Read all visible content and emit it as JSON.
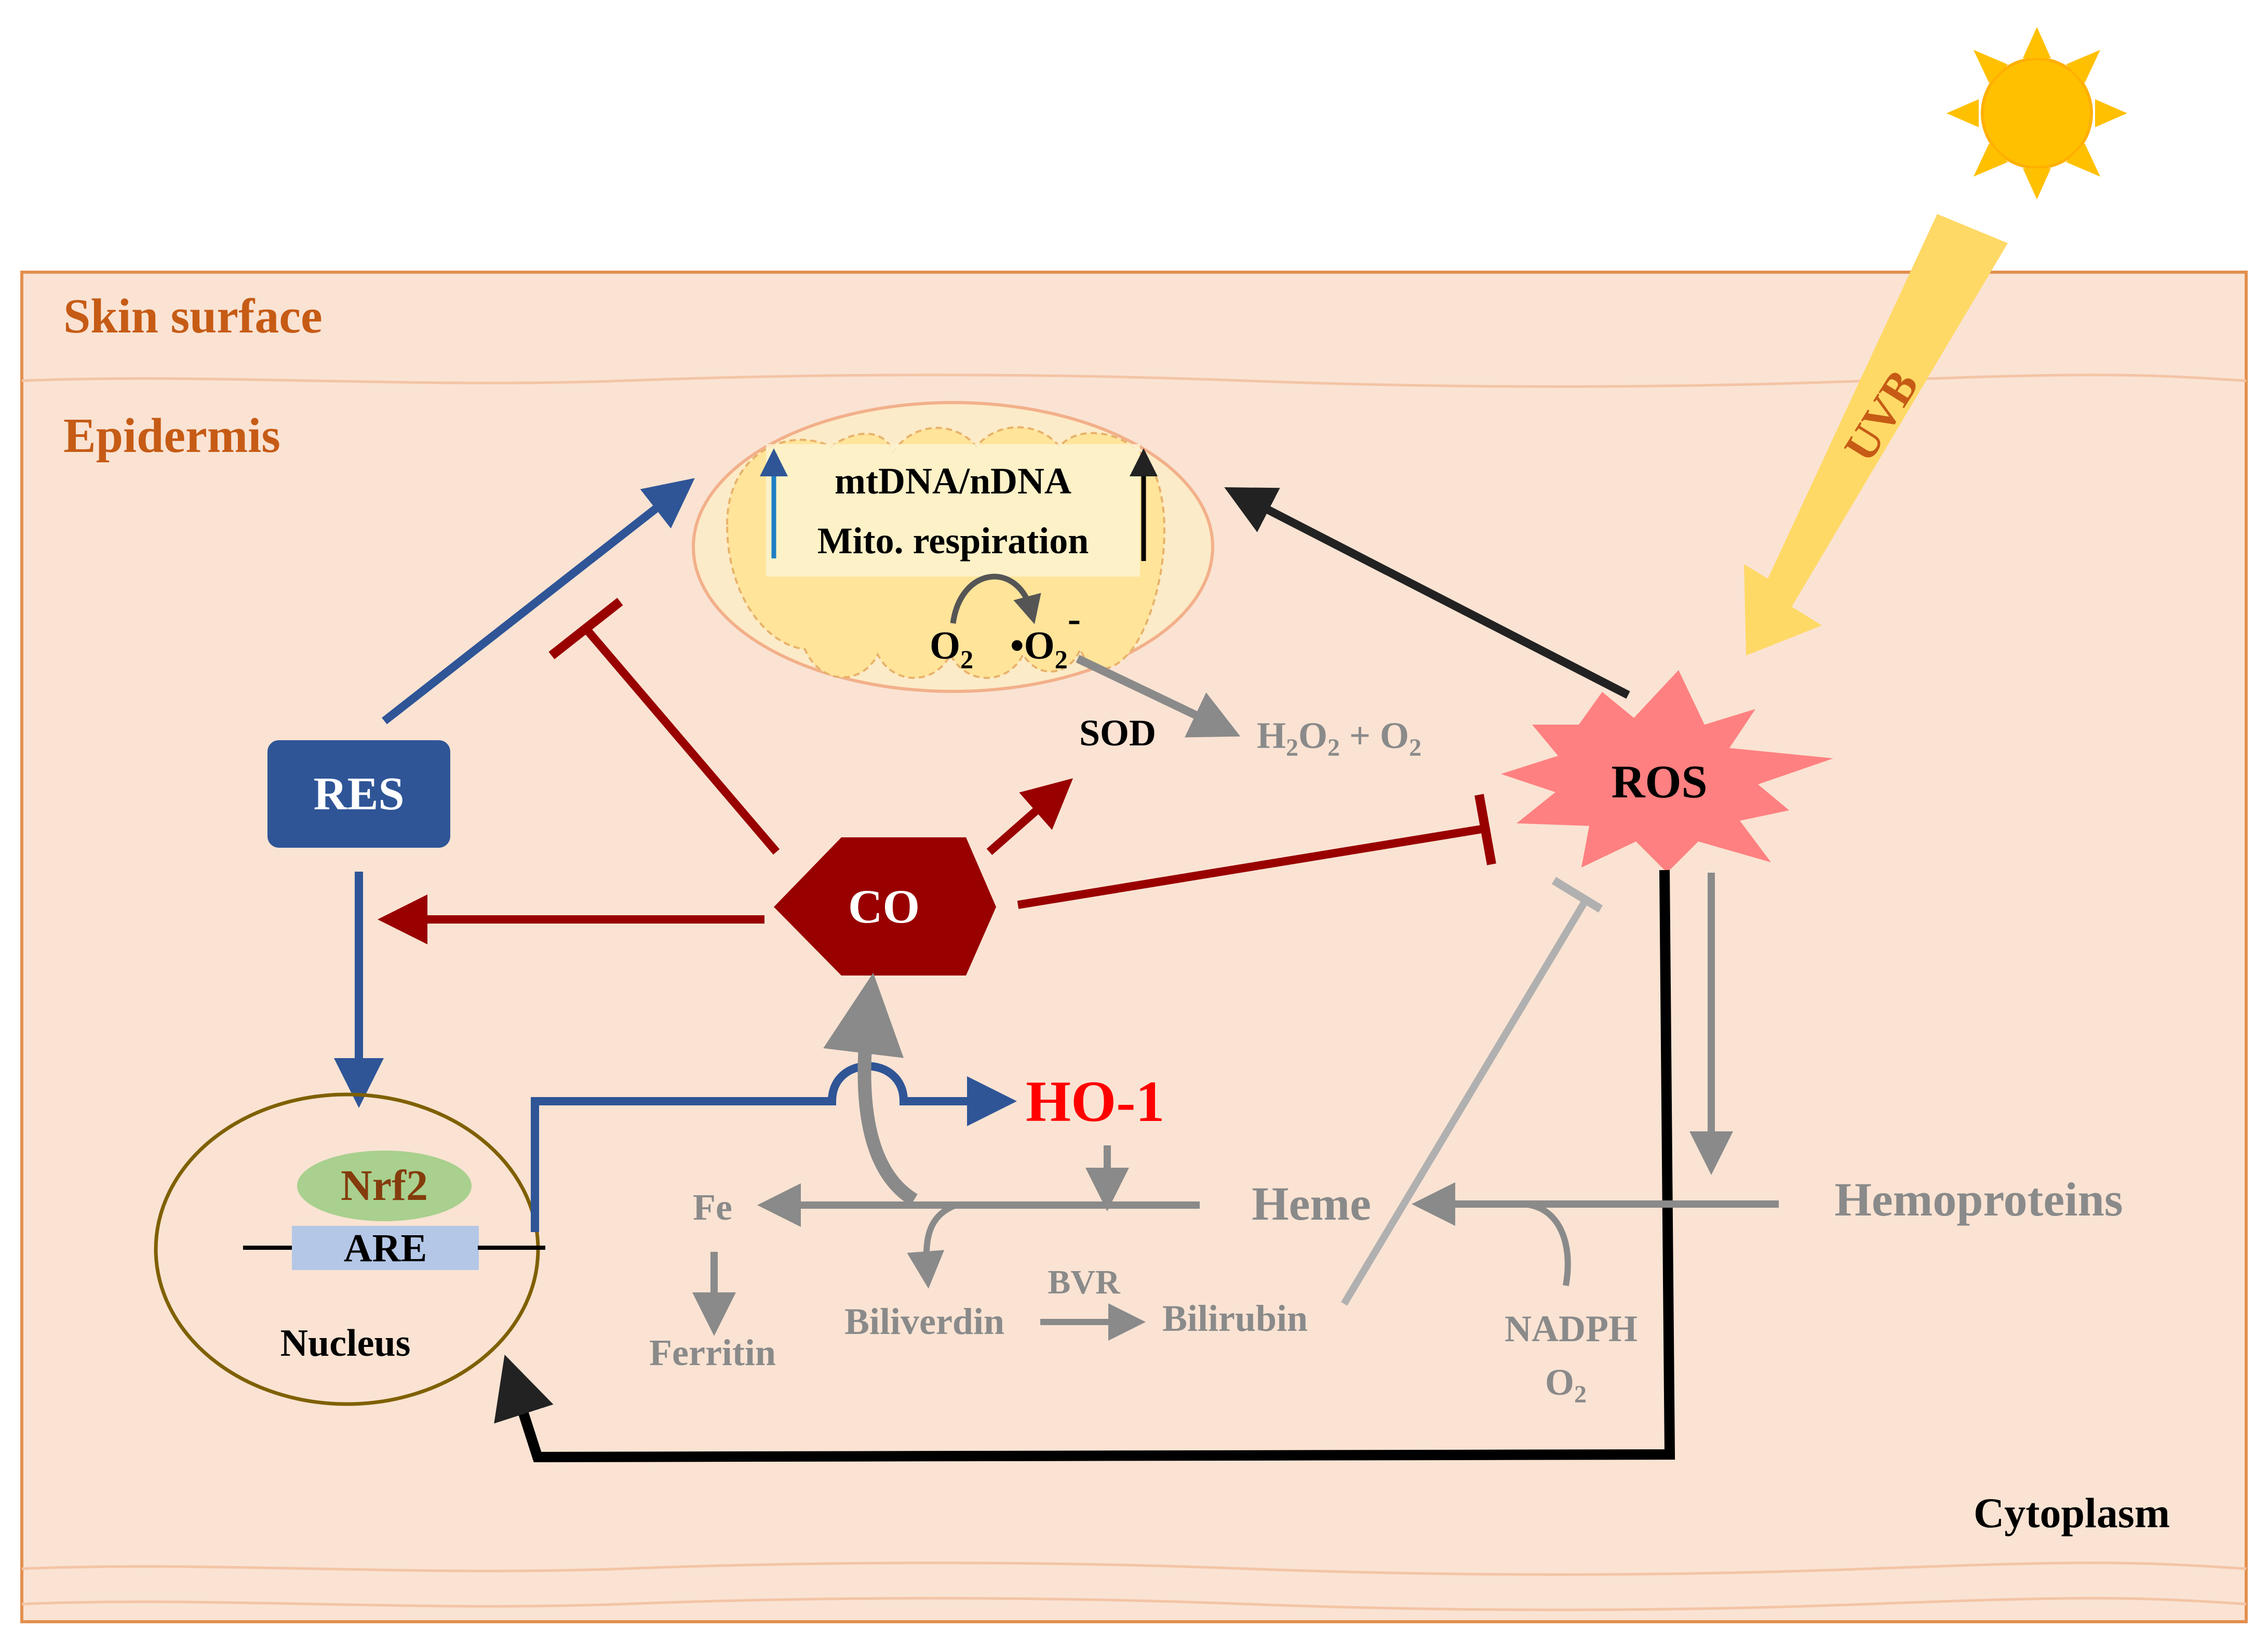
{
  "labels": {
    "skin_surface": "Skin surface",
    "epidermis": "Epidermis",
    "cytoplasm": "Cytoplasm",
    "uvb": "UVB",
    "res": "RES",
    "co": "CO",
    "ros": "ROS",
    "ho1": "HO-1",
    "nrf2": "Nrf2",
    "are": "ARE",
    "nucleus": "Nucleus",
    "heme": "Heme",
    "hemoproteins": "Hemoproteins",
    "fe": "Fe",
    "ferritin": "Ferritin",
    "biliverdin": "Biliverdin",
    "bvr": "BVR",
    "bilirubin": "Bilirubin",
    "nadph": "NADPH",
    "o2_b": "O",
    "sod": "SOD",
    "h2o2_a": "H",
    "h2o2_b": "O",
    "h2o2_c": " + O",
    "mtdna": "mtDNA/nDNA",
    "mito_resp": "Mito. respiration",
    "o2_left": "O",
    "o2_right": "•O",
    "sub2": "2",
    "superscript_minus": "-"
  },
  "colors": {
    "background_tissue": "#fae3d3",
    "border": "#e2904f",
    "label_orange": "#c65b15",
    "res_blue": "#2f5597",
    "co_dark_red": "#990000",
    "ros_pink": "#ff8080",
    "ho1_red": "#ff0000",
    "gray_pathway": "#8a8a8a",
    "light_gray": "#b0b0b0",
    "mito_fill": "#ffe49a",
    "mito_outer": "#fcebc8",
    "nrf2_green": "#a9d08e",
    "are_blue": "#b4c7e7",
    "nucleus_border": "#7f6000",
    "sun_yellow": "#ffc000",
    "uvb_arrow": "#ffd966",
    "black": "#000000"
  },
  "icons": {
    "sun": "sun-icon",
    "uvb_arrow": "uvb-arrow-icon",
    "mitochondrion": "mitochondrion-icon"
  }
}
